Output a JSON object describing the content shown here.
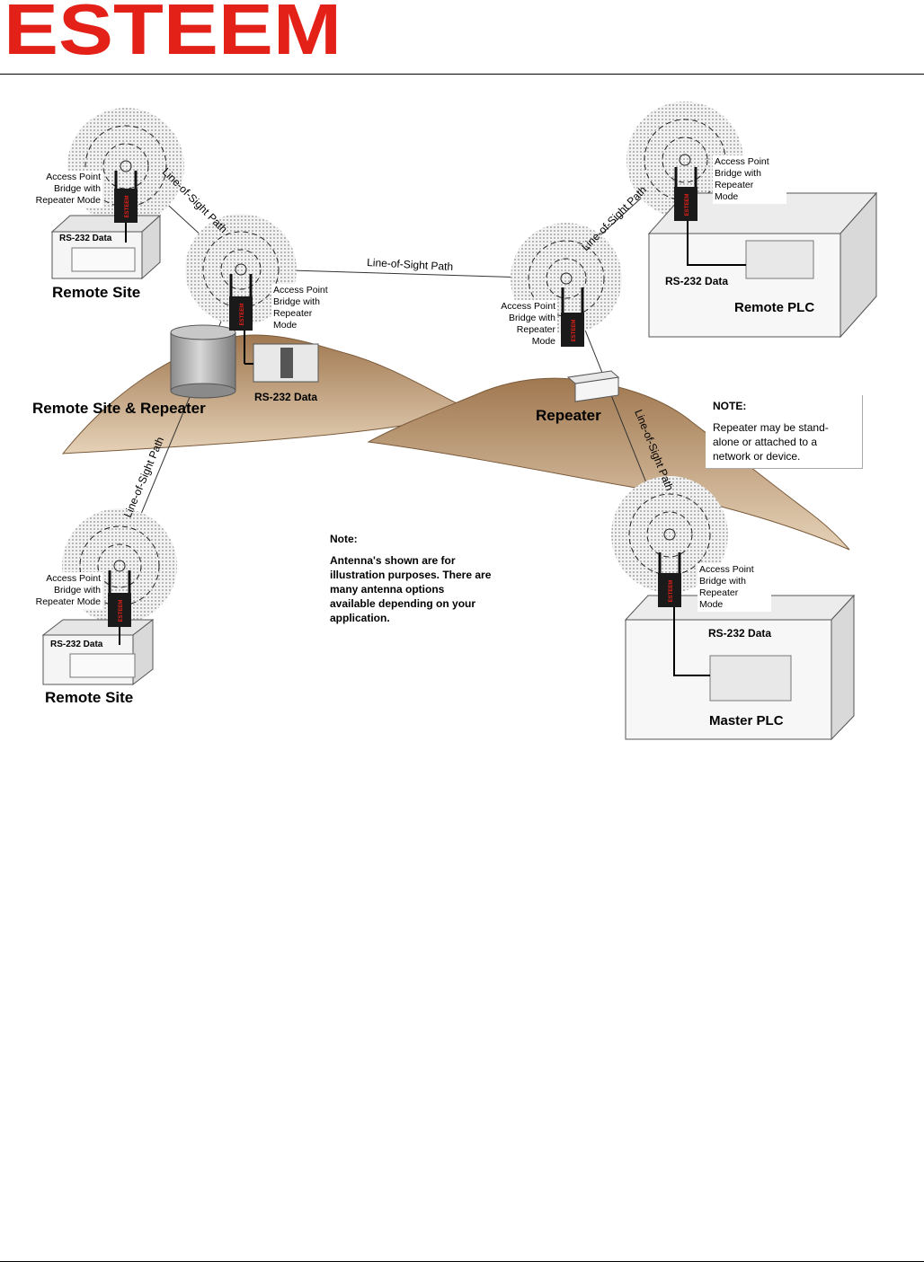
{
  "header": {
    "logo_text": "ESTEEM",
    "logo_color": "#e32119"
  },
  "diagram": {
    "ap_label_lines": "Access Point\nBridge with\nRepeater Mode",
    "ap_label_lines_4": "Access Point\nBridge with\nRepeater\nMode",
    "los_label": "Line-of-Sight Path",
    "rs232_label": "RS-232 Data",
    "device_badge": "ESTEEM",
    "sites": {
      "remote_site_top": "Remote Site",
      "remote_site_repeater": "Remote Site & Repeater",
      "remote_site_bottom": "Remote Site",
      "repeater": "Repeater",
      "remote_plc": "Remote PLC",
      "master_plc": "Master PLC"
    },
    "note_repeater": {
      "title": "NOTE:",
      "body": "Repeater may be stand-alone or attached to a network or device."
    },
    "note_antenna": {
      "title": "Note:",
      "body": "Antenna's shown are for illustration purposes.  There are many antenna options available depending on your application."
    }
  },
  "colors": {
    "hill": "#b08a64",
    "hill_light": "#d4b896",
    "device": "#1a1a1a",
    "box_face": "#f3f3f3",
    "box_side": "#d9d9d9",
    "tank": "#a8a8a8"
  }
}
